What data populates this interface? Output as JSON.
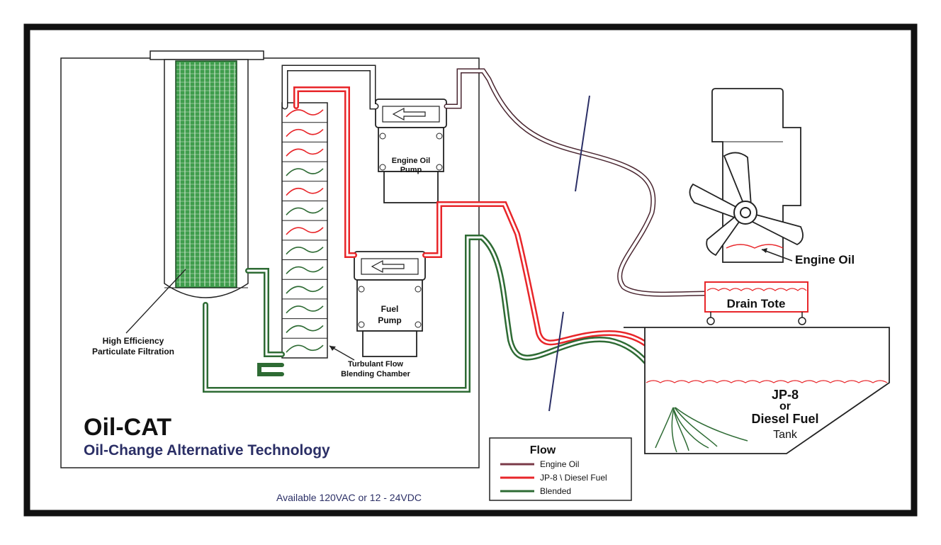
{
  "title": "Oil-CAT",
  "subtitle": "Oil-Change Alternative Technology",
  "availability": "Available 120VAC or 12 - 24VDC",
  "labels": {
    "filter_line1": "High Efficiency",
    "filter_line2": "Particulate Filtration",
    "chamber_line1": "Turbulant Flow",
    "chamber_line2": "Blending Chamber",
    "oil_pump_line1": "Engine Oil",
    "oil_pump_line2": "Pump",
    "fuel_pump_line1": "Fuel",
    "fuel_pump_line2": "Pump",
    "engine_oil": "Engine Oil",
    "drain_tote": "Drain Tote",
    "tank_line1": "JP-8",
    "tank_line2": "or",
    "tank_line3": "Diesel Fuel",
    "tank_line4": "Tank"
  },
  "legend": {
    "title": "Flow",
    "items": [
      {
        "label": "Engine Oil",
        "color": "#7a3a48"
      },
      {
        "label": "JP-8 \\ Diesel Fuel",
        "color": "#e8262a"
      },
      {
        "label": "Blended",
        "color": "#2e6b34"
      }
    ]
  },
  "colors": {
    "engine_oil": "#7a3a48",
    "fuel": "#e8262a",
    "blended": "#2e6b34",
    "title_blue": "#2b2f66",
    "frame": "#111111"
  }
}
